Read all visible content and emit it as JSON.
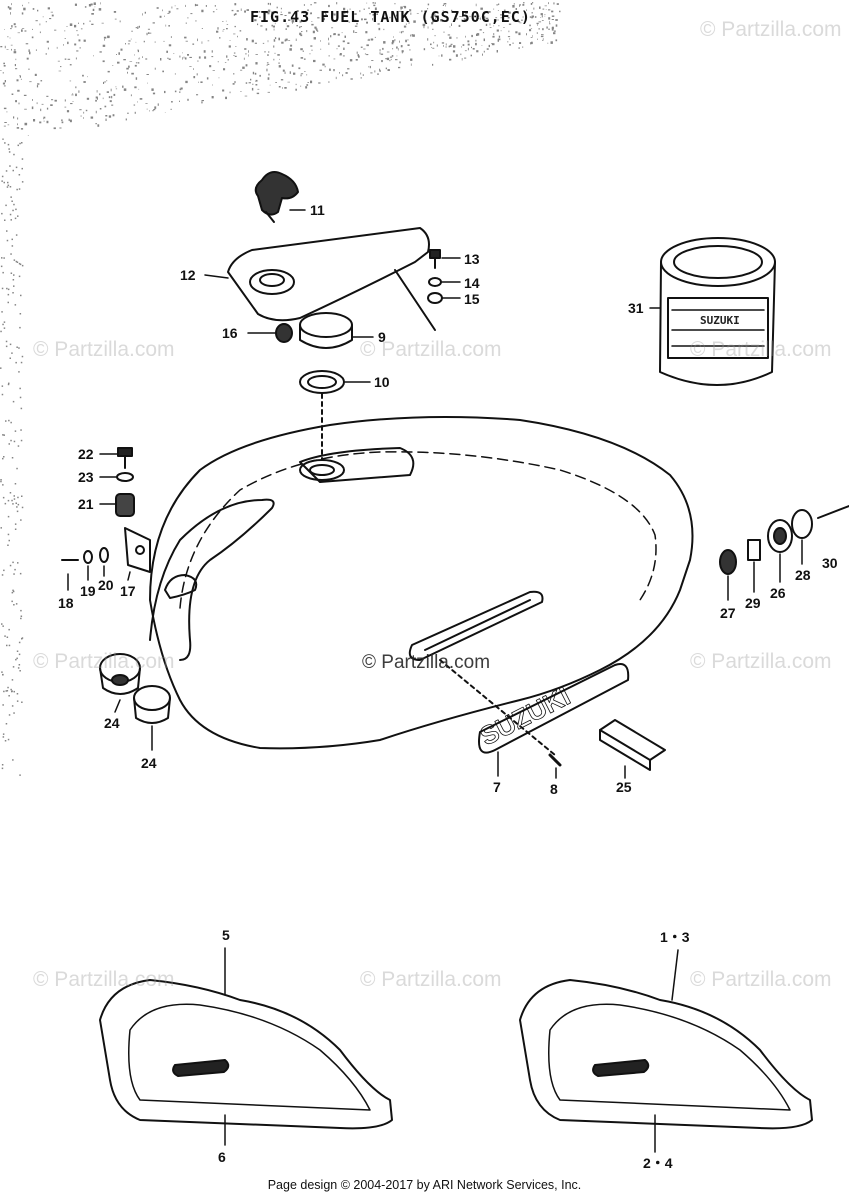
{
  "figure": {
    "title": "FIG.43  FUEL TANK (GS750C,EC)"
  },
  "callouts": [
    {
      "id": "c11",
      "text": "11"
    },
    {
      "id": "c12",
      "text": "12"
    },
    {
      "id": "c13",
      "text": "13"
    },
    {
      "id": "c14",
      "text": "14"
    },
    {
      "id": "c15",
      "text": "15"
    },
    {
      "id": "c16",
      "text": "16"
    },
    {
      "id": "c9",
      "text": "9"
    },
    {
      "id": "c10",
      "text": "10"
    },
    {
      "id": "c31",
      "text": "31"
    },
    {
      "id": "c22",
      "text": "22"
    },
    {
      "id": "c23",
      "text": "23"
    },
    {
      "id": "c21",
      "text": "21"
    },
    {
      "id": "c18",
      "text": "18"
    },
    {
      "id": "c19",
      "text": "19"
    },
    {
      "id": "c20",
      "text": "20"
    },
    {
      "id": "c17",
      "text": "17"
    },
    {
      "id": "c27",
      "text": "27"
    },
    {
      "id": "c29",
      "text": "29"
    },
    {
      "id": "c26",
      "text": "26"
    },
    {
      "id": "c28",
      "text": "28"
    },
    {
      "id": "c30",
      "text": "30"
    },
    {
      "id": "c24a",
      "text": "24"
    },
    {
      "id": "c24b",
      "text": "24"
    },
    {
      "id": "c7",
      "text": "7"
    },
    {
      "id": "c8",
      "text": "8"
    },
    {
      "id": "c25",
      "text": "25"
    },
    {
      "id": "c5",
      "text": "5"
    },
    {
      "id": "c6",
      "text": "6"
    },
    {
      "id": "c13b",
      "text": "1・3"
    },
    {
      "id": "c24c",
      "text": "2・4"
    }
  ],
  "emblem_text": "SUZUKI",
  "can_label": "SUZUKI",
  "watermarks": {
    "text": "© Partzilla.com"
  },
  "footer": {
    "text": "Page design © 2004-2017 by ARI Network Services, Inc."
  },
  "colors": {
    "ink": "#111111",
    "background": "#ffffff",
    "watermark": "#969696"
  }
}
